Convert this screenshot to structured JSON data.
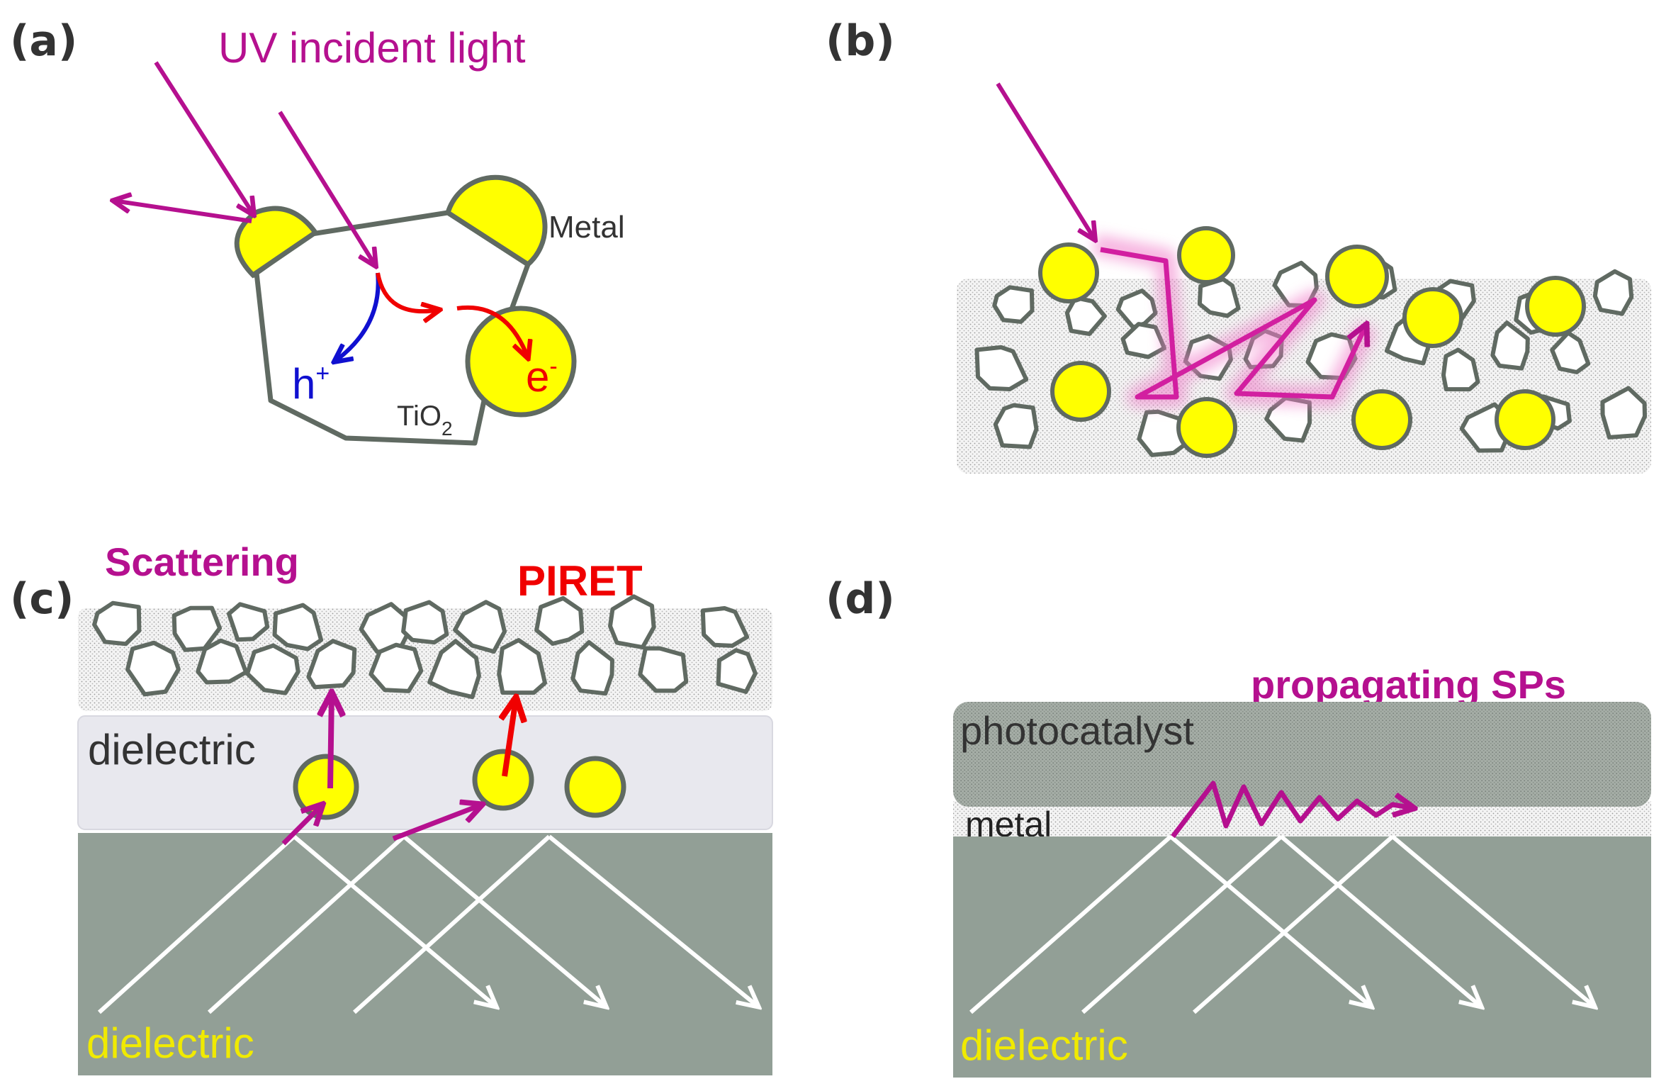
{
  "panels": {
    "a": {
      "label": "(a)",
      "uv_text": "UV incident light",
      "metal_text": "Metal",
      "h_text": "h",
      "h_sup": "+",
      "e_text": "e",
      "e_sup": "-",
      "tio_text": "TiO",
      "tio_sub": "2"
    },
    "b": {
      "label": "(b)"
    },
    "c": {
      "label": "(c)",
      "scattering_text": "Scattering",
      "piret_text": "PIRET",
      "dielectric_top_text": "dielectric",
      "dielectric_bottom_text": "dielectric"
    },
    "d": {
      "label": "(d)",
      "sps_text": "propagating SPs",
      "photocatalyst_text": "photocatalyst",
      "metal_text": "metal",
      "dielectric_text": "dielectric"
    }
  },
  "colors": {
    "magenta": "#b5108f",
    "red": "#f00000",
    "blue": "#1010d0",
    "yellow": "#ffff00",
    "particle_outline": "#606a62",
    "substrate": "#929f96",
    "dielectric_layer": "#e8e8ee"
  }
}
